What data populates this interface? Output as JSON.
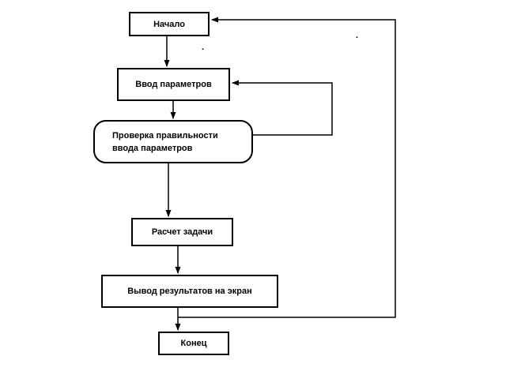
{
  "diagram": {
    "type": "flowchart",
    "language": "ru",
    "nodes": [
      {
        "id": "start",
        "label": "Начало",
        "shape": "rect"
      },
      {
        "id": "input",
        "label": "Ввод параметров",
        "shape": "rect"
      },
      {
        "id": "check",
        "label": "Проверка правильности ввода параметров",
        "shape": "rounded"
      },
      {
        "id": "calc",
        "label": "Расчет задачи",
        "shape": "rect"
      },
      {
        "id": "output",
        "label": "Вывод результатов на экран",
        "shape": "rect"
      },
      {
        "id": "end",
        "label": "Конец",
        "shape": "rect"
      }
    ],
    "edges": [
      {
        "from": "start",
        "to": "input",
        "kind": "forward"
      },
      {
        "from": "input",
        "to": "check",
        "kind": "forward"
      },
      {
        "from": "check",
        "to": "calc",
        "kind": "forward"
      },
      {
        "from": "calc",
        "to": "output",
        "kind": "forward"
      },
      {
        "from": "output",
        "to": "end",
        "kind": "forward"
      },
      {
        "from": "check",
        "to": "input",
        "kind": "feedback-loop-right"
      },
      {
        "from": "output",
        "to": "start",
        "kind": "feedback-loop-far-right"
      }
    ],
    "artifacts": {
      "dot1": ".",
      "dot2": "."
    },
    "colors": {
      "stroke": "#000000",
      "fill": "#ffffff"
    }
  }
}
